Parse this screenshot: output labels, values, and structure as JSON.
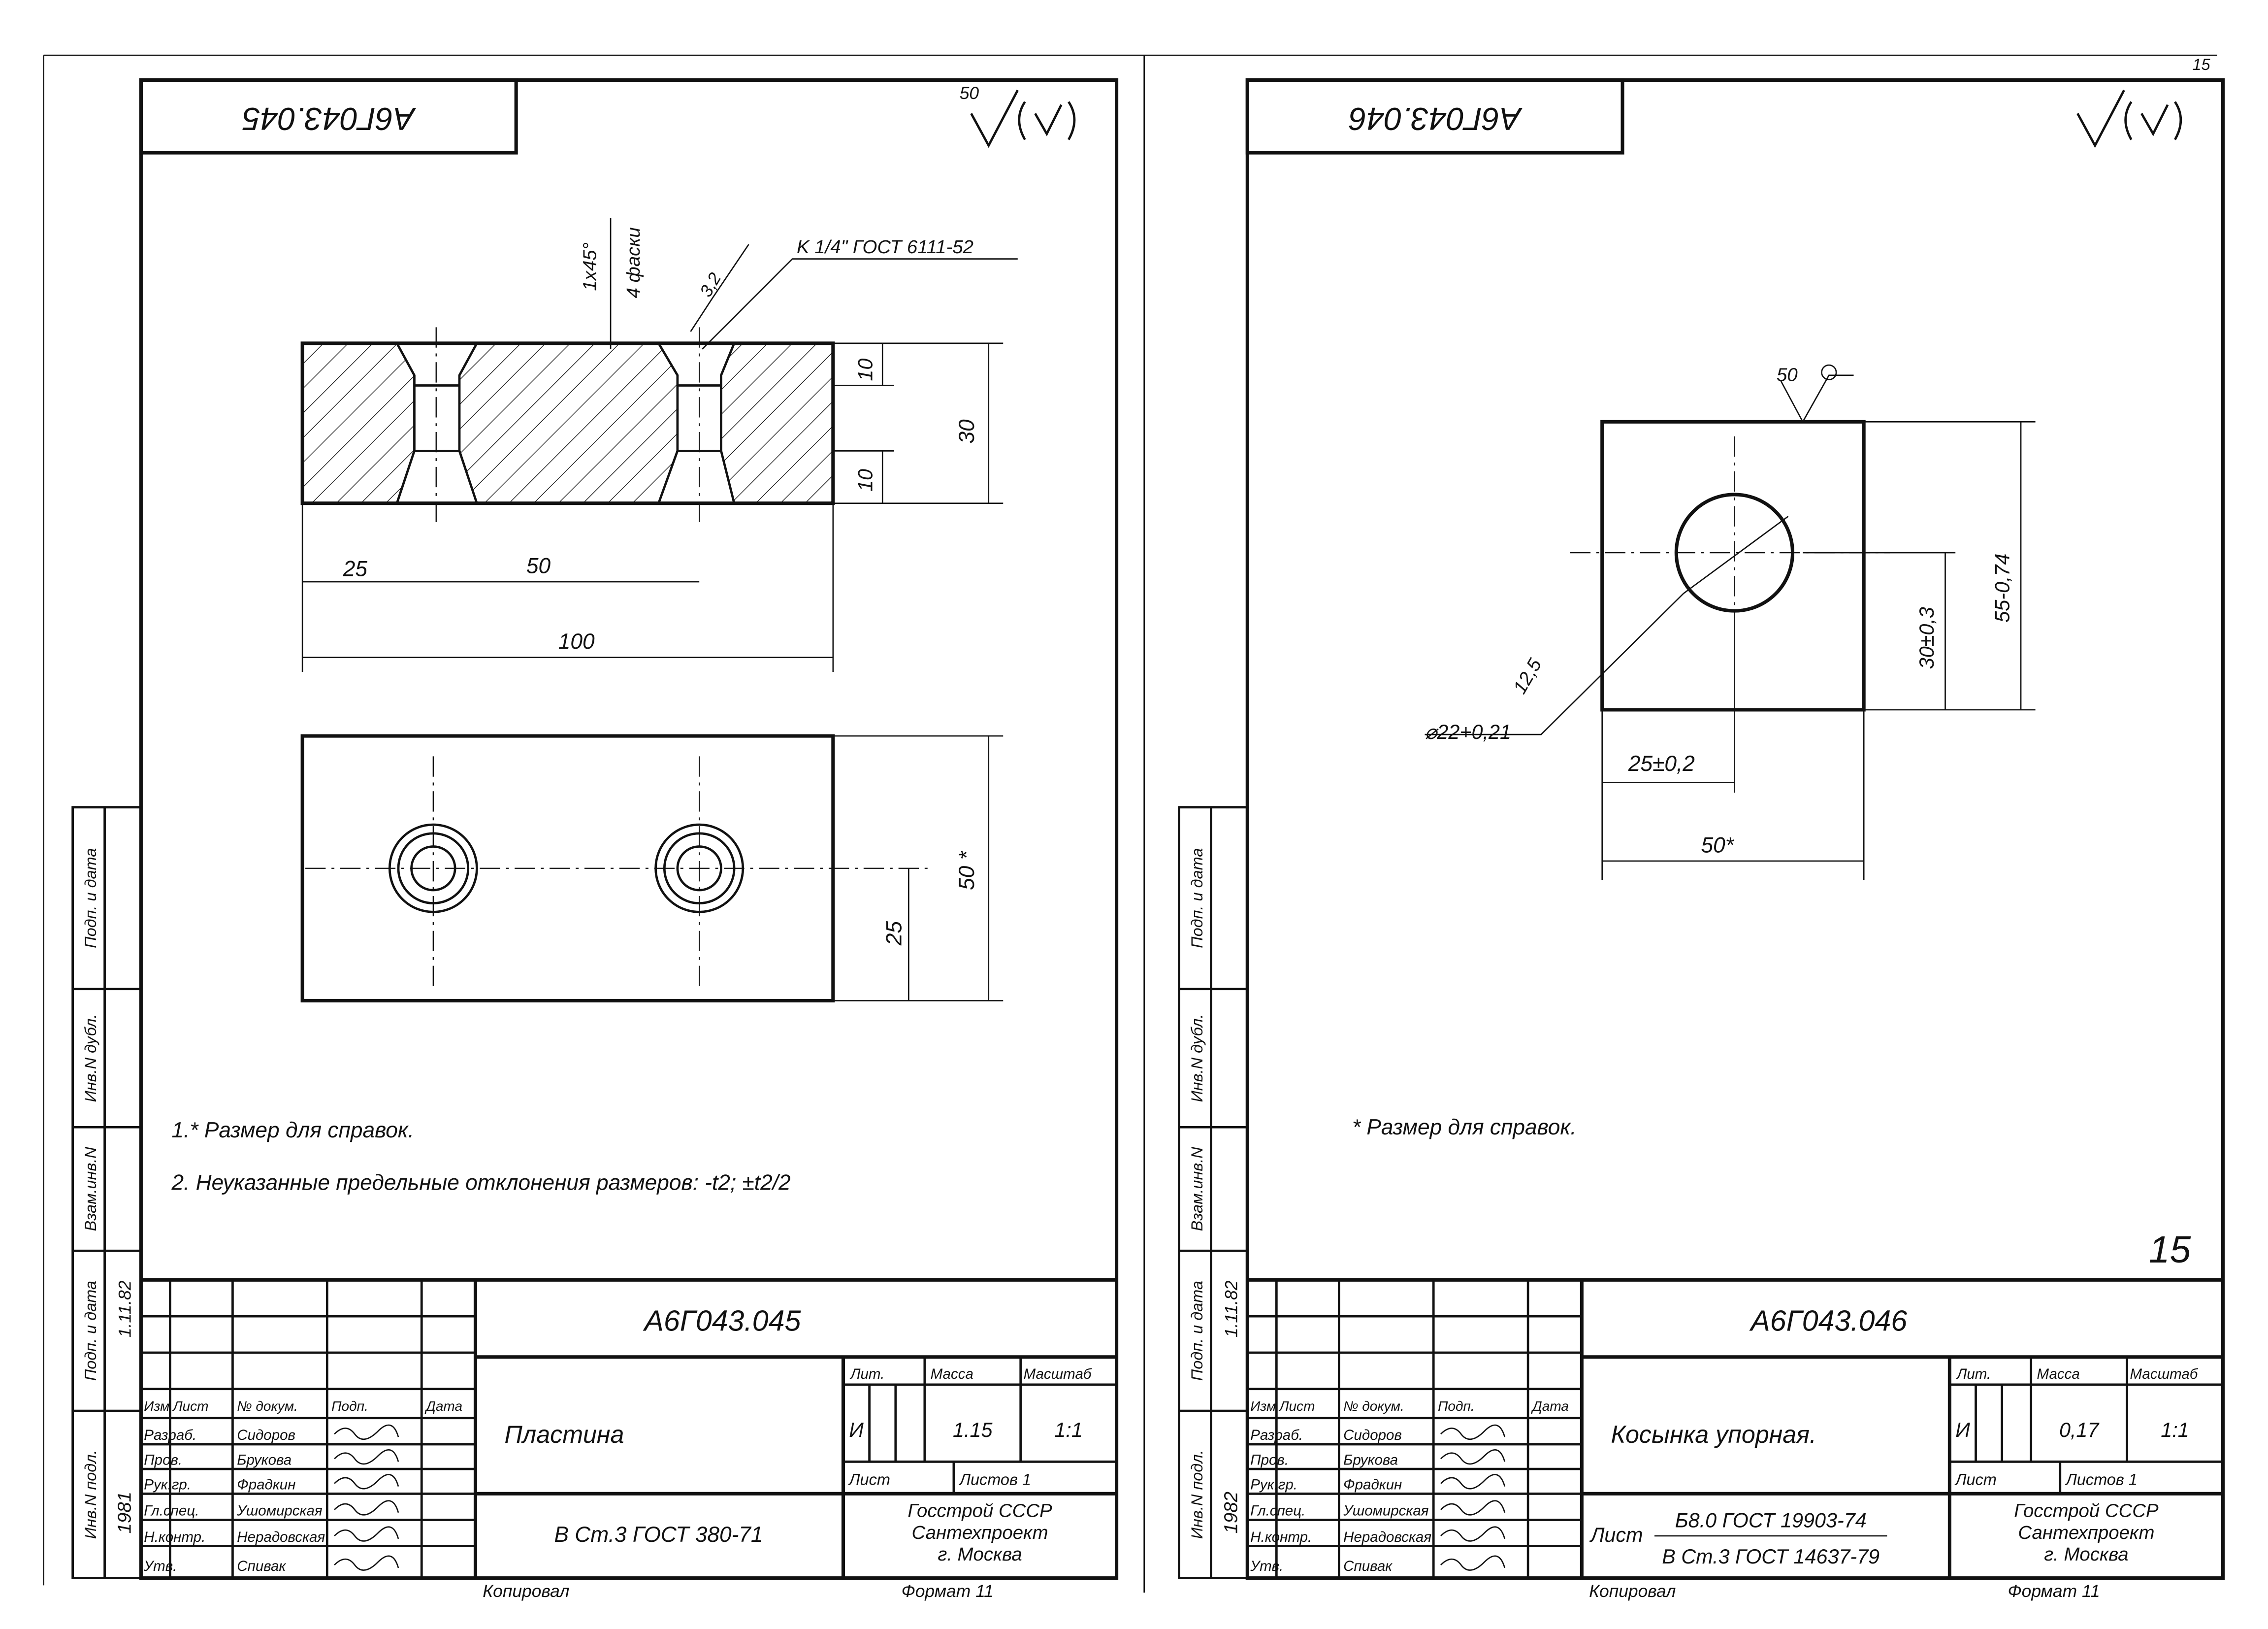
{
  "page_number": "15",
  "common": {
    "left_strip": [
      "Инв.N подл.",
      "Подп. и дата",
      "Взам.инв.N",
      "Инв.N дубл.",
      "Подп. и дата"
    ],
    "strip_date": "1.11.82",
    "header_cols": [
      "Изм",
      "Лист",
      "№ докум.",
      "Подп.",
      "Дата"
    ],
    "roles": [
      "Разраб.",
      "Пров.",
      "Рук.гр.",
      "Гл.спец.",
      "Н.контр.",
      "Утв."
    ],
    "names": [
      "Сидоров",
      "Брукова",
      "Фрадкин",
      "Ушомирская",
      "Нерадовская",
      "Спивак"
    ],
    "lit_label": "Лит.",
    "mass_label": "Масса",
    "scale_label": "Масштаб",
    "sheet_label": "Лист",
    "sheets_label": "Листов 1",
    "org": [
      "Госстрой СССР",
      "Сантехпроект",
      "г. Москва"
    ],
    "copied": "Копировал",
    "format": "Формат 11"
  },
  "sheets": [
    {
      "code": "А6Г043.045",
      "year": "1981",
      "roughness": "50",
      "name": "Пластина",
      "material": [
        "В Ст.3 ГОСТ 380-71"
      ],
      "lit": "И",
      "mass": "1.15",
      "scale": "1:1",
      "material_prefix": ""
    },
    {
      "code": "А6Г043.046",
      "year": "1982",
      "roughness": "",
      "name": "Косынка упорная.",
      "material": [
        "Б8.0 ГОСТ 19903-74",
        "В Ст.3 ГОСТ 14637-79"
      ],
      "lit": "И",
      "mass": "0,17",
      "scale": "1:1",
      "material_prefix": "Лист"
    }
  ],
  "drawing1": {
    "chamfer": "1x45°",
    "chamfer_count": "4 фаски",
    "thread_roughness": "3,2",
    "thread": "K 1/4\" ГОСТ 6111-52",
    "dims": {
      "d10a": "10",
      "d10b": "10",
      "d30": "30",
      "d25": "25",
      "d50": "50",
      "d100": "100",
      "d25v": "25",
      "d50v": "50 *"
    },
    "notes": [
      "1.* Размер для справок.",
      "2. Неуказанные предельные отклонения размеров: -t2; ±t2/2"
    ]
  },
  "drawing2": {
    "roughness": "50",
    "dims": {
      "height": "55-0,74",
      "hole_y": "30±0,3",
      "hole_x": "25±0,2",
      "width": "50*",
      "diameter": "⌀22+0,21",
      "hole_roughness": "12,5"
    },
    "note": "* Размер для справок.",
    "sheet_mark": "15"
  }
}
